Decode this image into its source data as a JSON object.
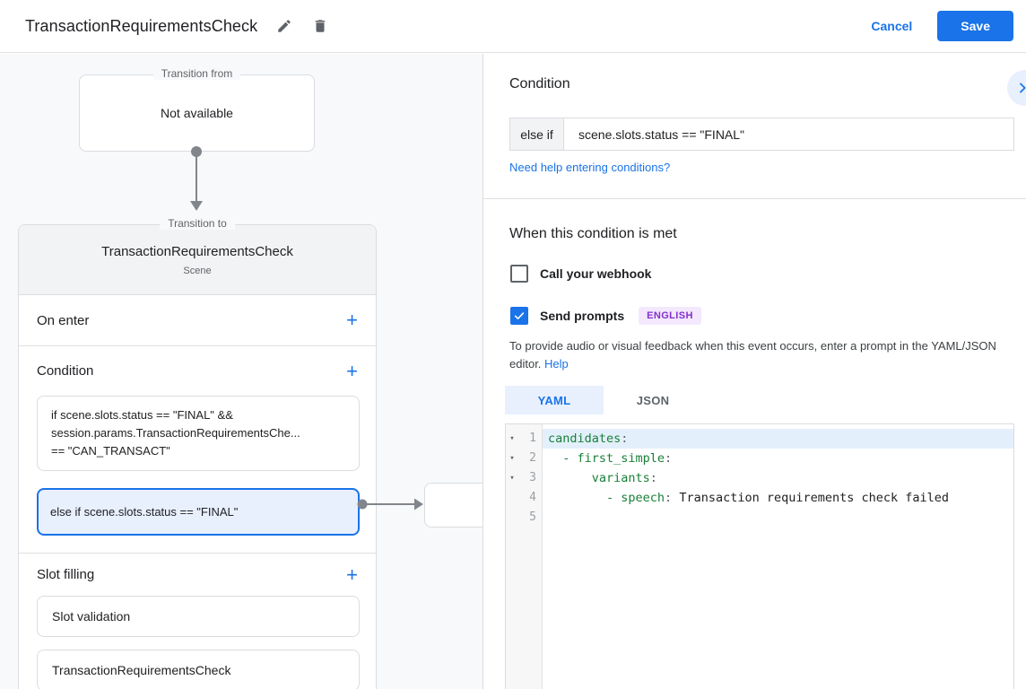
{
  "header": {
    "title": "TransactionRequirementsCheck",
    "cancel_label": "Cancel",
    "save_label": "Save"
  },
  "flow": {
    "transition_from": {
      "legend": "Transition from",
      "content": "Not available"
    },
    "transition_to": {
      "legend": "Transition to",
      "title": "TransactionRequirementsCheck",
      "subtitle": "Scene"
    },
    "on_enter": {
      "label": "On enter",
      "add_label": "+"
    },
    "condition": {
      "label": "Condition",
      "add_label": "+",
      "first_item": "if scene.slots.status == \"FINAL\" &&\nsession.params.TransactionRequirementsChe...\n== \"CAN_TRANSACT\"",
      "selected_item": "else if scene.slots.status == \"FINAL\""
    },
    "slot_filling": {
      "label": "Slot filling",
      "add_label": "+",
      "items": [
        "Slot validation",
        "TransactionRequirementsCheck"
      ]
    }
  },
  "panel": {
    "title": "Condition",
    "condition_input": {
      "prefix": "else if",
      "value": "scene.slots.status == \"FINAL\""
    },
    "help_link": "Need help entering conditions?",
    "when_met": {
      "heading": "When this condition is met",
      "webhook_label": "Call your webhook",
      "webhook_checked": false,
      "prompts_label": "Send prompts",
      "prompts_checked": true,
      "language_badge": "ENGLISH",
      "description": "To provide audio or visual feedback when this event occurs, enter a prompt in the YAML/JSON editor.",
      "help_label": "Help"
    },
    "editor": {
      "tabs": [
        "YAML",
        "JSON"
      ],
      "active_tab": "YAML",
      "lines": [
        {
          "number": "1",
          "foldable": true,
          "active": true,
          "tokens": [
            {
              "text": "candidates",
              "type": "key"
            },
            {
              "text": ":",
              "type": "punct"
            }
          ]
        },
        {
          "number": "2",
          "foldable": true,
          "active": false,
          "tokens": [
            {
              "text": "  - first_simple",
              "type": "key"
            },
            {
              "text": ":",
              "type": "punct"
            }
          ]
        },
        {
          "number": "3",
          "foldable": true,
          "active": false,
          "tokens": [
            {
              "text": "      variants",
              "type": "key"
            },
            {
              "text": ":",
              "type": "punct"
            }
          ]
        },
        {
          "number": "4",
          "foldable": false,
          "active": false,
          "tokens": [
            {
              "text": "        - speech",
              "type": "key"
            },
            {
              "text": ":",
              "type": "punct"
            },
            {
              "text": " Transaction requirements check failed",
              "type": "value"
            }
          ]
        },
        {
          "number": "5",
          "foldable": false,
          "active": false,
          "tokens": []
        }
      ]
    }
  },
  "colors": {
    "accent": "#1a73e8",
    "selected_bg": "#e8f0fe",
    "badge_bg": "#f3e8fd",
    "badge_text": "#8430ce",
    "code_key_green": "#188038",
    "canvas_bg": "#f8f9fa"
  }
}
